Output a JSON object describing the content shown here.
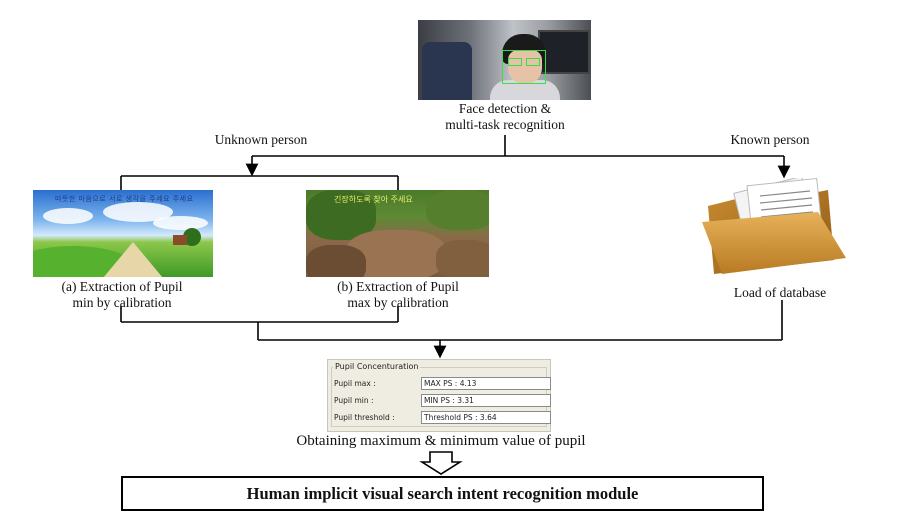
{
  "top": {
    "face_caption_line1": "Face detection &",
    "face_caption_line2": "multi-task  recognition"
  },
  "branches": {
    "unknown_label": "Unknown person",
    "known_label": "Known person"
  },
  "calibration": {
    "a_line1": "(a) Extraction  of Pupil",
    "a_line2": "min  by calibration",
    "b_line1": "(b) Extraction  of Pupil",
    "b_line2": "max  by calibration",
    "meadow_overlay_text": "따뜻한 마음으로 서로 생각을 주세요 주세요",
    "leaves_overlay_text": "긴장하도록 찾아 주세요"
  },
  "database": {
    "label": "Load of database"
  },
  "pupil_panel": {
    "title": "Pupil Concenturation",
    "rows": [
      {
        "label": "Pupil max :",
        "value": "MAX PS : 4.13"
      },
      {
        "label": "Pupil min :",
        "value": "MIN PS : 3.31"
      },
      {
        "label": "Pupil threshold :",
        "value": "Threshold PS : 3.64"
      }
    ]
  },
  "obtaining_caption": "Obtaining  maximum  &  minimum  value  of pupil",
  "module_label": "Human  implicit  visual search intent recognition module"
}
